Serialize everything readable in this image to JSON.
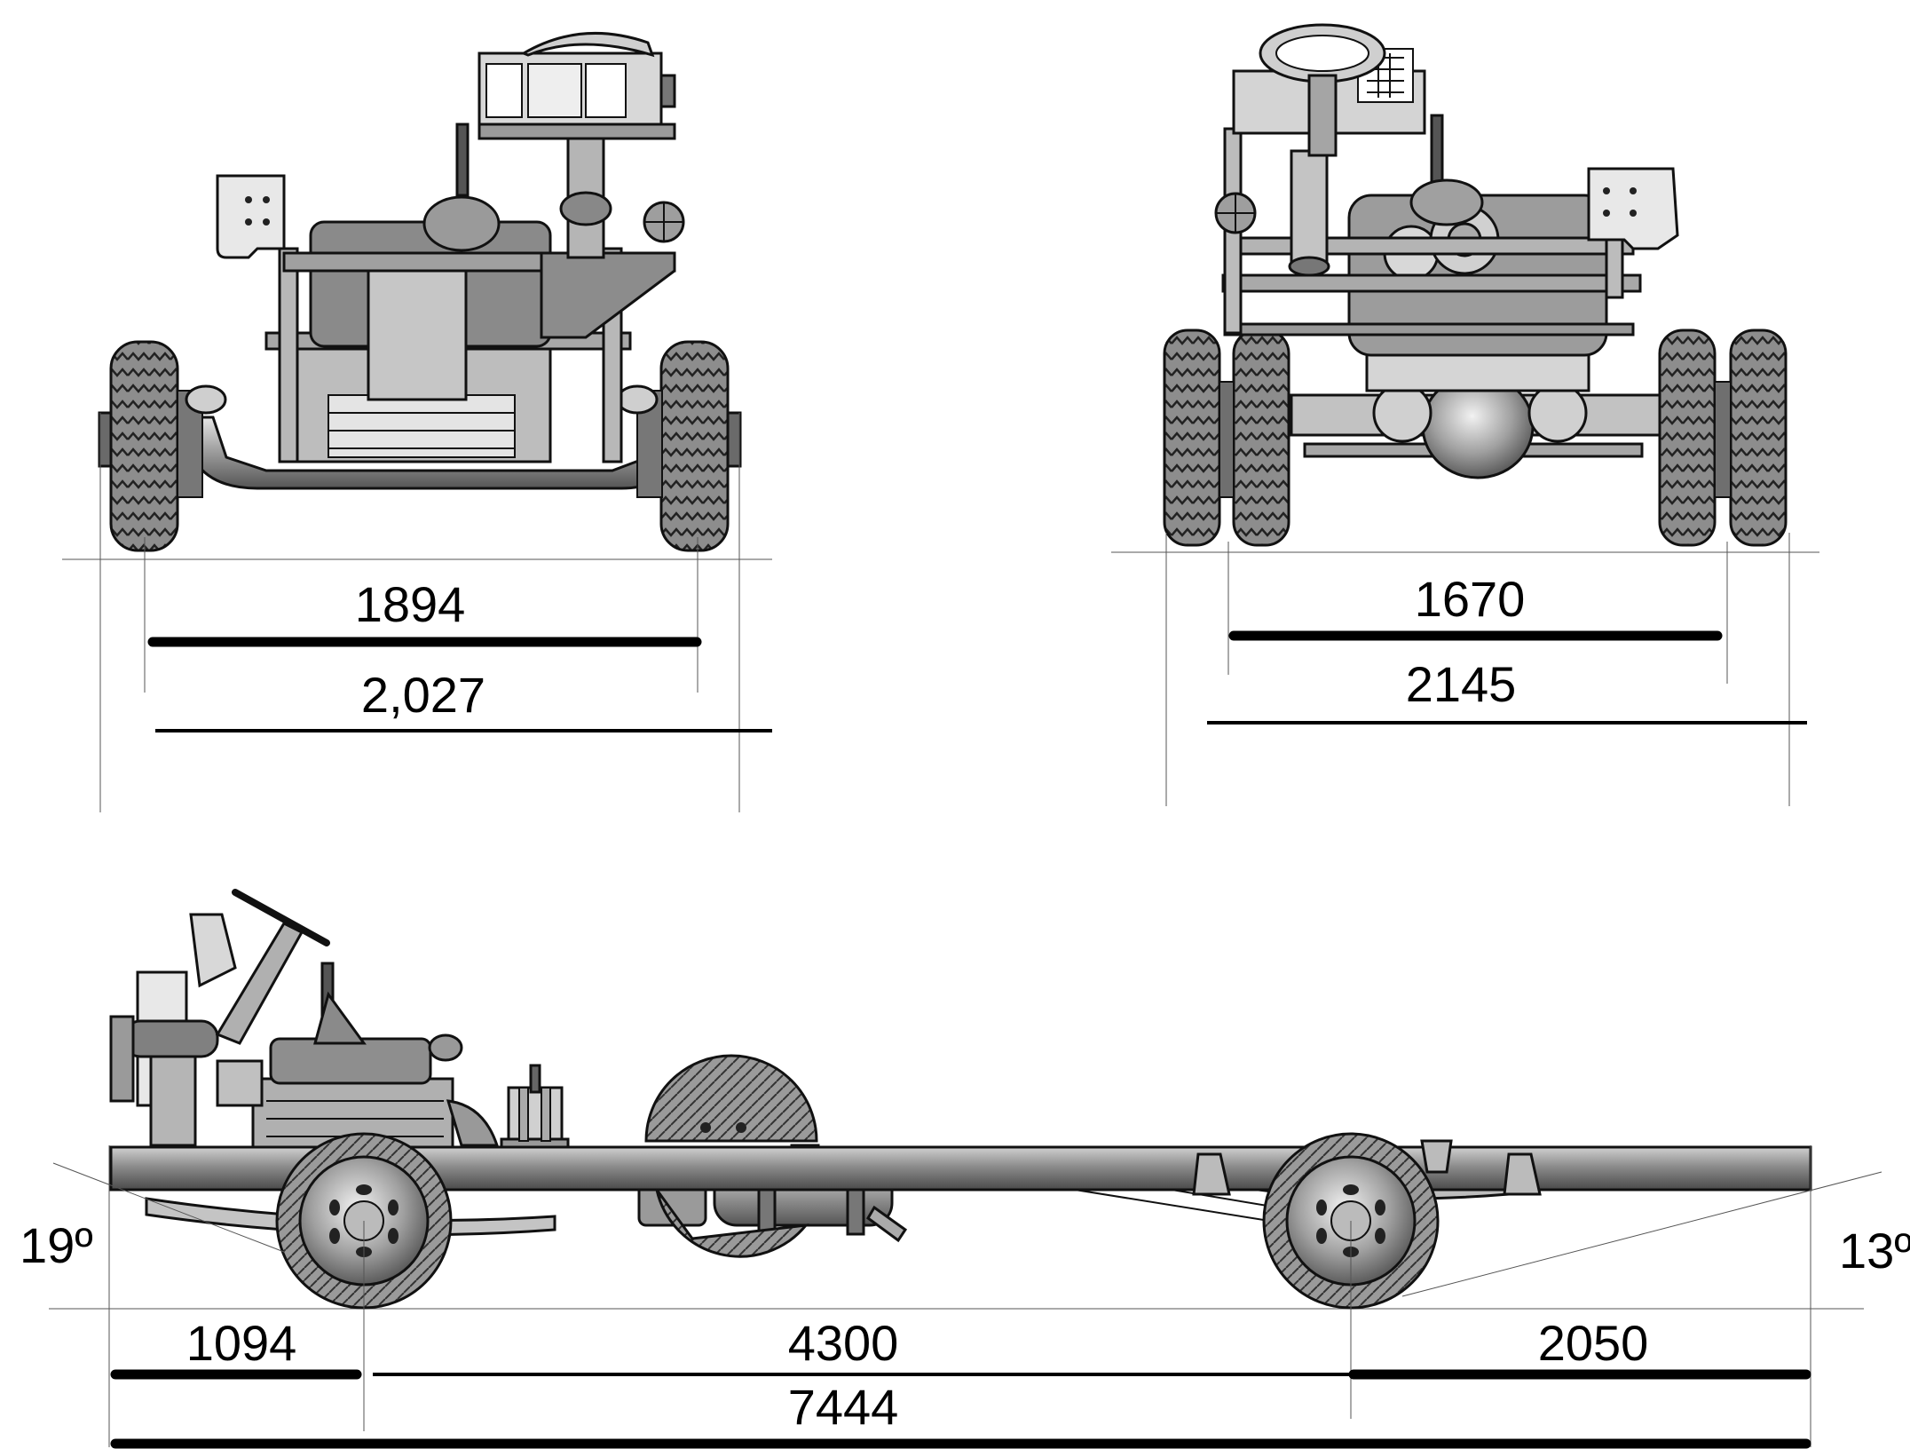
{
  "front_view": {
    "track_inner": "1894",
    "track_outer": "2,027"
  },
  "rear_view": {
    "track_inner": "1670",
    "track_outer": "2145"
  },
  "side_view": {
    "approach_angle": "19º",
    "departure_angle": "13º",
    "front_overhang": "1094",
    "wheelbase": "4300",
    "rear_overhang": "2050",
    "overall_length": "7444"
  },
  "colors": {
    "metal_light": "#d8d8d8",
    "metal_mid": "#a8a8a8",
    "metal_dark": "#6e6e6e",
    "tire": "#8a8a8a",
    "line": "#000000"
  }
}
